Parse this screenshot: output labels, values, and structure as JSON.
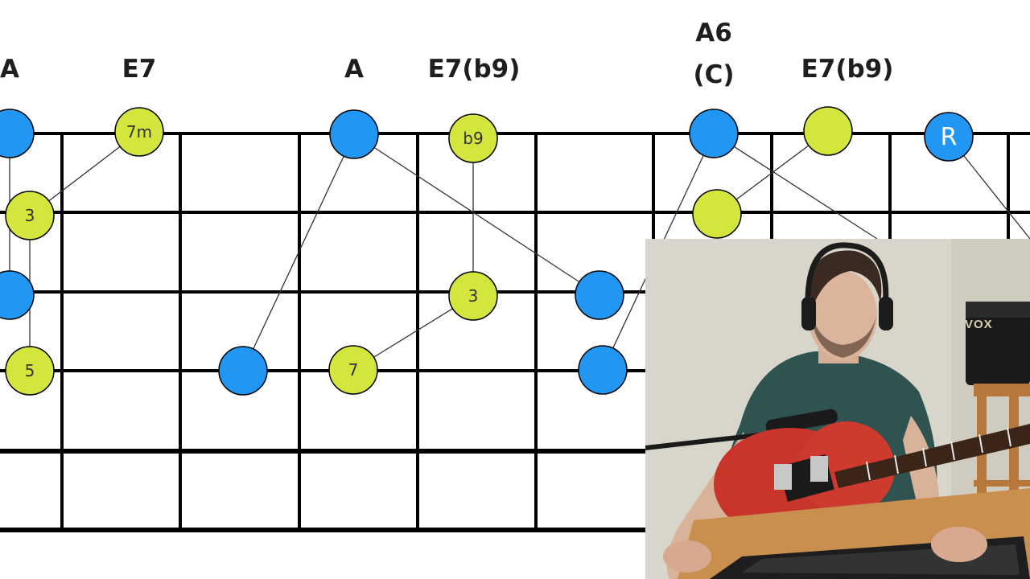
{
  "chords": [
    {
      "id": "a-1",
      "label": "A"
    },
    {
      "id": "e7-1",
      "label": "E7"
    },
    {
      "id": "a-2",
      "label": "A"
    },
    {
      "id": "e7b9-1",
      "label": "E7(b9)"
    },
    {
      "id": "a6",
      "label": "A6"
    },
    {
      "id": "c-alt",
      "label": "(C)"
    },
    {
      "id": "e7b9-2",
      "label": "E7(b9)"
    }
  ],
  "notes": {
    "e7_7m": "7m",
    "e7_3": "3",
    "e7_5": "5",
    "e7b9_b9": "b9",
    "e7b9_3": "3",
    "e7b9_7": "7",
    "root": "R"
  },
  "colors": {
    "chord_tone": "#2196F3",
    "target_tone": "#D4E63E",
    "fret_line": "#000000",
    "connector": "#333333"
  },
  "webcam": {
    "amp_brand": "VOX"
  }
}
